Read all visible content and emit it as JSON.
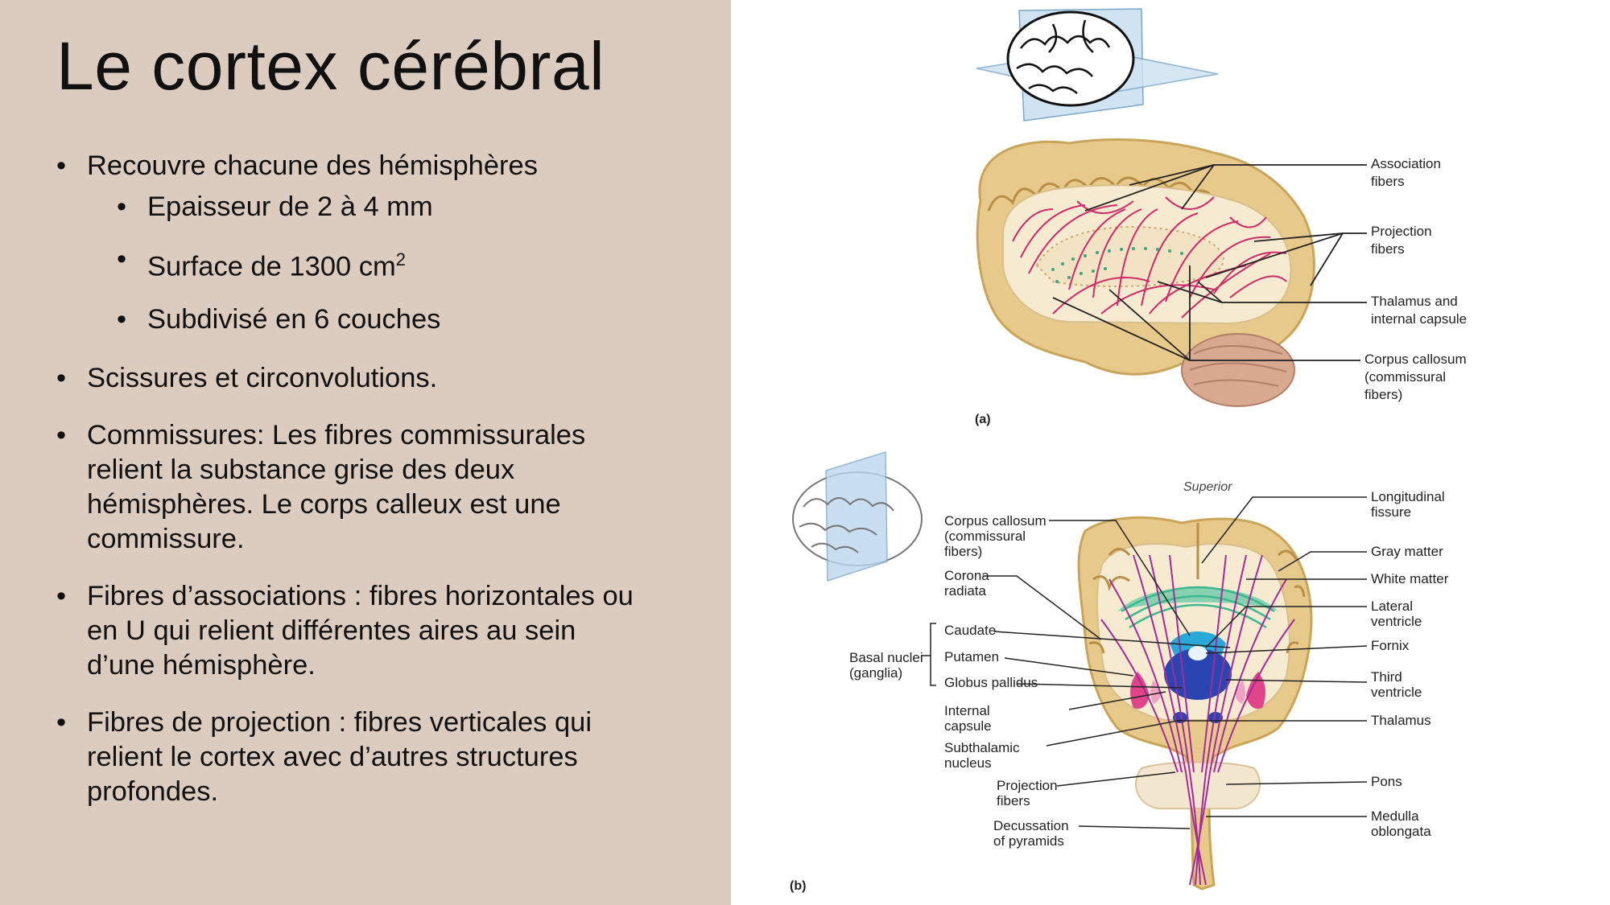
{
  "slide": {
    "title": "Le cortex cérébral",
    "bullets": {
      "b1": "Recouvre chacune des hémisphères",
      "s1": "Epaisseur de 2 à 4 mm",
      "s2_text": "Surface de 1300 cm",
      "s2_sup": "2",
      "s3": "Subdivisé en 6 couches",
      "b2": "Scissures et circonvolutions.",
      "b3": "Commissures: Les fibres commissurales relient la substance grise des deux hémisphères. Le corps calleux est une commissure.",
      "b4": "Fibres d’associations : fibres horizontales ou en U qui relient différentes aires au sein d’une hémisphère.",
      "b5": "Fibres de projection : fibres verticales qui relient le cortex avec d’autres structures profondes."
    }
  },
  "figure_a": {
    "panel": "(a)",
    "labels": {
      "assoc1": "Association",
      "assoc2": "fibers",
      "proj1": "Projection",
      "proj2": "fibers",
      "thal1": "Thalamus and",
      "thal2": "internal capsule",
      "cc1": "Corpus callosum",
      "cc2": "(commissural",
      "cc3": "fibers)"
    }
  },
  "figure_b": {
    "panel": "(b)",
    "superior": "Superior",
    "labels": {
      "cc1": "Corpus callosum",
      "cc2": "(commissural",
      "cc3": "fibers)",
      "cr1": "Corona",
      "cr2": "radiata",
      "caud": "Caudate",
      "put": "Putamen",
      "gp": "Globus pallidus",
      "bn1": "Basal nuclei",
      "bn2": "(ganglia)",
      "ic1": "Internal",
      "ic2": "capsule",
      "stn1": "Subthalamic",
      "stn2": "nucleus",
      "pf1": "Projection",
      "pf2": "fibers",
      "dp1": "Decussation",
      "dp2": "of pyramids",
      "lf1": "Longitudinal",
      "lf2": "fissure",
      "gm": "Gray matter",
      "wm": "White matter",
      "lv1": "Lateral",
      "lv2": "ventricle",
      "fx": "Fornix",
      "tv1": "Third",
      "tv2": "ventricle",
      "th": "Thalamus",
      "pons": "Pons",
      "mo1": "Medulla",
      "mo2": "oblongata"
    }
  },
  "colors": {
    "panel_bg": "#dccbbf",
    "gray_matter": "#e8c98c",
    "white_matter": "#f6ead0",
    "fibers": "#d02a6a",
    "ventricle": "#2aa8d8",
    "thalamus": "#2b45b0"
  }
}
